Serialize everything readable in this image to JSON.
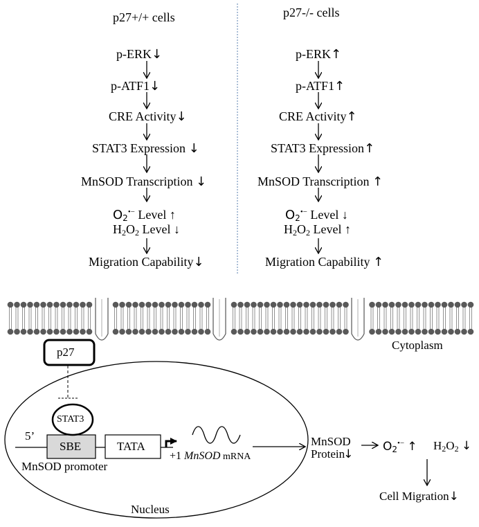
{
  "left_column": {
    "header": "p27+/+ cells",
    "steps": [
      {
        "label": "p-ERK",
        "arrow": "↓"
      },
      {
        "label": "p-ATF1",
        "arrow": "↓"
      },
      {
        "label": "CRE Activity",
        "arrow": "↓"
      },
      {
        "label": "STAT3 Expression ",
        "arrow": "↓"
      },
      {
        "label": "MnSOD Transcription ",
        "arrow": "↓"
      }
    ],
    "o2_level": " Level ↑",
    "h2o2_level": " Level ↓",
    "migration": {
      "label": "Migration Capability",
      "arrow": "↓"
    }
  },
  "right_column": {
    "header": "p27-/- cells",
    "steps": [
      {
        "label": "p-ERK",
        "arrow": "↑"
      },
      {
        "label": "p-ATF1",
        "arrow": "↑"
      },
      {
        "label": "CRE Activity",
        "arrow": "↑"
      },
      {
        "label": "STAT3 Expression",
        "arrow": "↑"
      },
      {
        "label": "MnSOD Transcription ",
        "arrow": "↑"
      }
    ],
    "o2_level": " Level ↓",
    "h2o2_level": " Level ↑",
    "migration": {
      "label": "Migration Capability ",
      "arrow": "↑"
    }
  },
  "species": {
    "o2": "O",
    "o2_sub": "2",
    "o2_sup": "•−",
    "h2o2_h": "H",
    "h2o2_sub1": "2",
    "h2o2_o": "O",
    "h2o2_sub2": "2"
  },
  "diagram": {
    "cytoplasm": "Cytoplasm",
    "p27": "p27",
    "stat3": "STAT3",
    "five_prime": "5’",
    "sbe": "SBE",
    "tata": "TATA",
    "plus_one": "+1 ",
    "mnsod_italic": "MnSOD",
    "mrna": " mRNA",
    "promoter": "MnSOD promoter",
    "nucleus": "Nucleus",
    "protein_line1": "MnSOD",
    "protein_line2": "Protein",
    "protein_arrow": "↓",
    "o2_level_arrow": "↑",
    "h2o2_level_arrow": "↓",
    "cell_migration": "Cell Migration",
    "cell_migration_arrow": "↓"
  },
  "colors": {
    "membrane_head": "#595959",
    "sbe_fill": "#d9d9d9",
    "divider": "#8fa9c9"
  }
}
